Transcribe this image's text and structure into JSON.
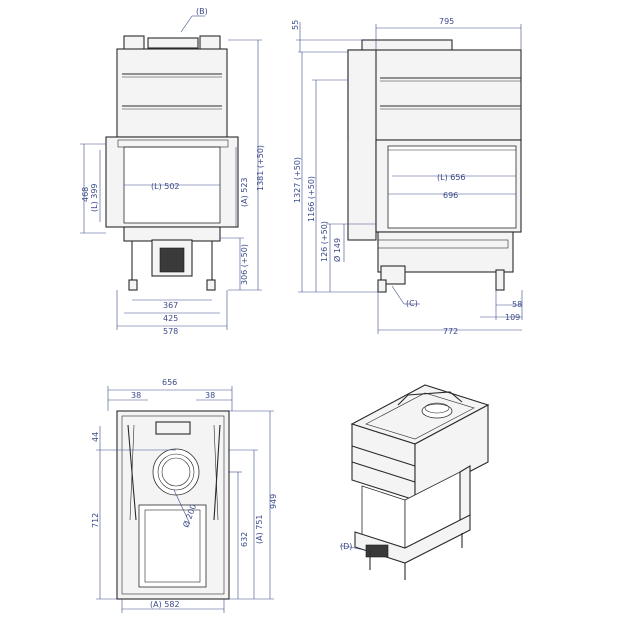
{
  "callouts": {
    "b": "(B)",
    "c": "(C)",
    "d": "(D)"
  },
  "front_view": {
    "h_468": "468",
    "h_l399": "(L) 399",
    "w_l502": "(L) 502",
    "h_a523": "(A) 523",
    "h_1381": "1381 (+50)",
    "h_306": "306 (+50)",
    "w_367": "367",
    "w_425": "425",
    "w_578": "578"
  },
  "side_view": {
    "top_55": "55",
    "w_795": "795",
    "h_1327": "1327 (+50)",
    "h_1166": "1166 (+50)",
    "h_126": "126 (+50)",
    "d_149": "Ø 149",
    "w_l656": "(L) 656",
    "w_696": "696",
    "w_58": "58",
    "w_109": "109",
    "w_772": "772"
  },
  "top_view": {
    "w_656": "656",
    "w_38a": "38",
    "w_38b": "38",
    "h_44": "44",
    "h_712": "712",
    "d_200": "Ø 200",
    "h_632": "632",
    "h_a751": "(A) 751",
    "h_949": "949",
    "w_a582": "(A) 582"
  }
}
